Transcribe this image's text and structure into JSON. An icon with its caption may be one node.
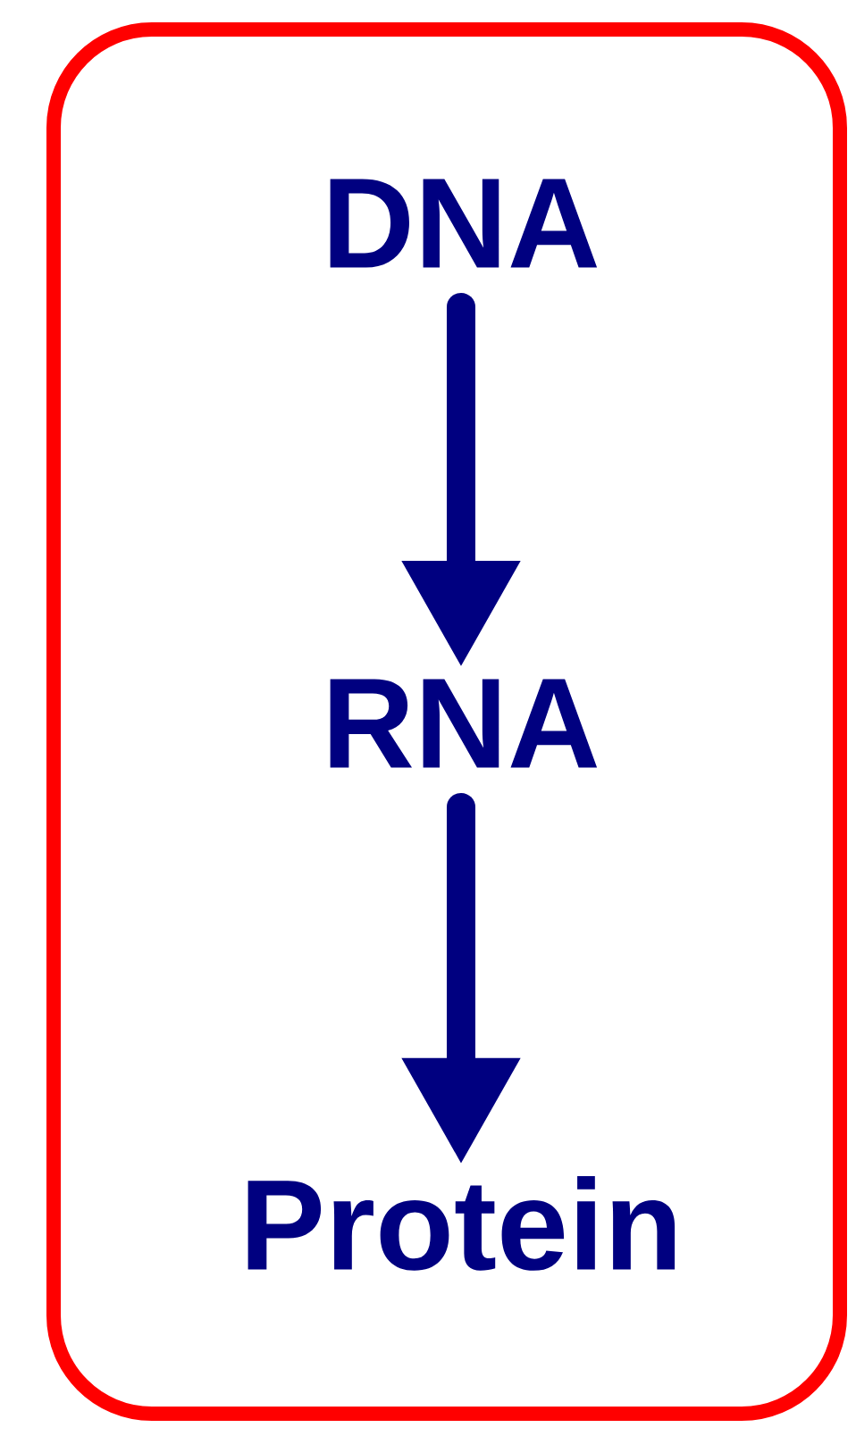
{
  "diagram": {
    "nodes": [
      {
        "text": [],
        "shape": "box"
      },
      {
        "text": [
          "DNA"
        ],
        "in": 0
      },
      {
        "text": [
          "RNA"
        ],
        "in": 0
      },
      {
        "text": [
          "Protein"
        ],
        "in": 0
      }
    ],
    "edges": [
      {
        "from": 1,
        "to": 2,
        "arrow": "to"
      },
      {
        "from": 2,
        "to": 3,
        "arrow": "to"
      }
    ]
  }
}
